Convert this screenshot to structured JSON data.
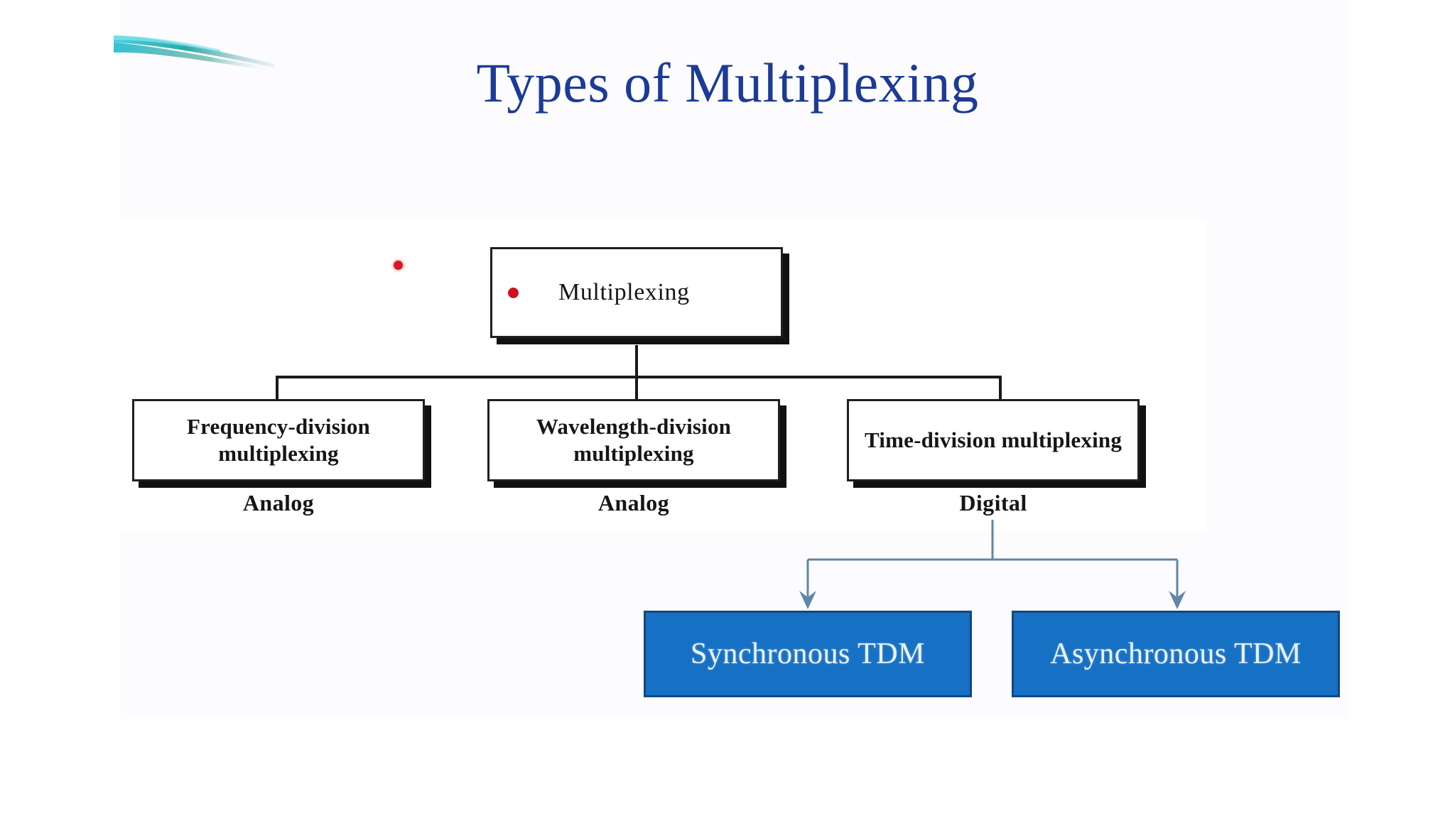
{
  "slide": {
    "title": "Types of Multiplexing",
    "title_color": "#1c3b96",
    "background_color": "#ffffff",
    "canvas_color": "#fcfbfd",
    "panel_color": "#ffffff"
  },
  "decor": {
    "swoosh_icon": "teal-swoosh-decoration",
    "swoosh_color_light": "#58d3e0",
    "swoosh_color_dark": "#1f8f7a"
  },
  "pointer": {
    "laser_dot_icon": "red-laser-pointer-dot",
    "color": "#d81825"
  },
  "diagram": {
    "root": {
      "label": "Multiplexing",
      "bullet_icon": "red-bullet-dot",
      "bullet_color": "#cf1020",
      "style": "scanned-black-and-white-box"
    },
    "branches": [
      {
        "id": "fdm",
        "label": "Frequency-division multiplexing",
        "caption": "Analog",
        "style": "scanned-black-and-white-box"
      },
      {
        "id": "wdm",
        "label": "Wavelength-division multiplexing",
        "caption": "Analog",
        "style": "scanned-black-and-white-box"
      },
      {
        "id": "tdm",
        "label": "Time-division multiplexing",
        "caption": "Digital",
        "style": "scanned-black-and-white-box"
      }
    ],
    "tdm_children": [
      {
        "id": "sync-tdm",
        "label": "Synchronous TDM",
        "fill_color": "#1670c4",
        "border_color": "#11487f",
        "text_color": "#eaf4fd"
      },
      {
        "id": "async-tdm",
        "label": "Asynchronous TDM",
        "fill_color": "#1670c4",
        "border_color": "#11487f",
        "text_color": "#eaf4fd"
      }
    ],
    "connectors": {
      "tree_line_color": "#1a1a1a",
      "arrow_line_color": "#5f87a6",
      "arrow_icon": "down-arrowhead"
    }
  }
}
